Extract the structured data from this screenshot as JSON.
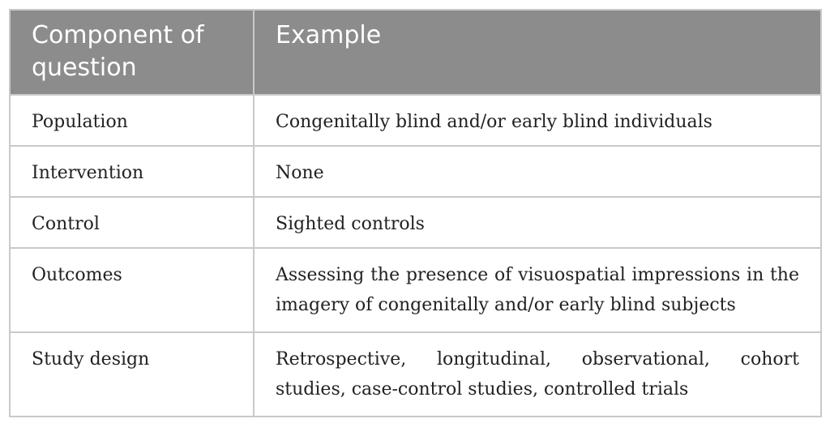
{
  "table": {
    "headers": [
      "Component of question",
      "Example"
    ],
    "rows": [
      {
        "component": "Population",
        "example": "Congenitally blind and/or early blind individuals"
      },
      {
        "component": "Intervention",
        "example": "None"
      },
      {
        "component": "Control",
        "example": "Sighted controls"
      },
      {
        "component": "Outcomes",
        "example": "Assessing the presence of visuospatial impressions in the imagery of congenitally and/or early blind subjects"
      },
      {
        "component": "Study design",
        "example": "Retrospective, longitudinal, observational, cohort studies, case-control studies, controlled trials"
      }
    ]
  },
  "colors": {
    "header_bg": "#8c8c8c",
    "header_text": "#ffffff",
    "border": "#c9c9c9",
    "body_text": "#222222"
  }
}
